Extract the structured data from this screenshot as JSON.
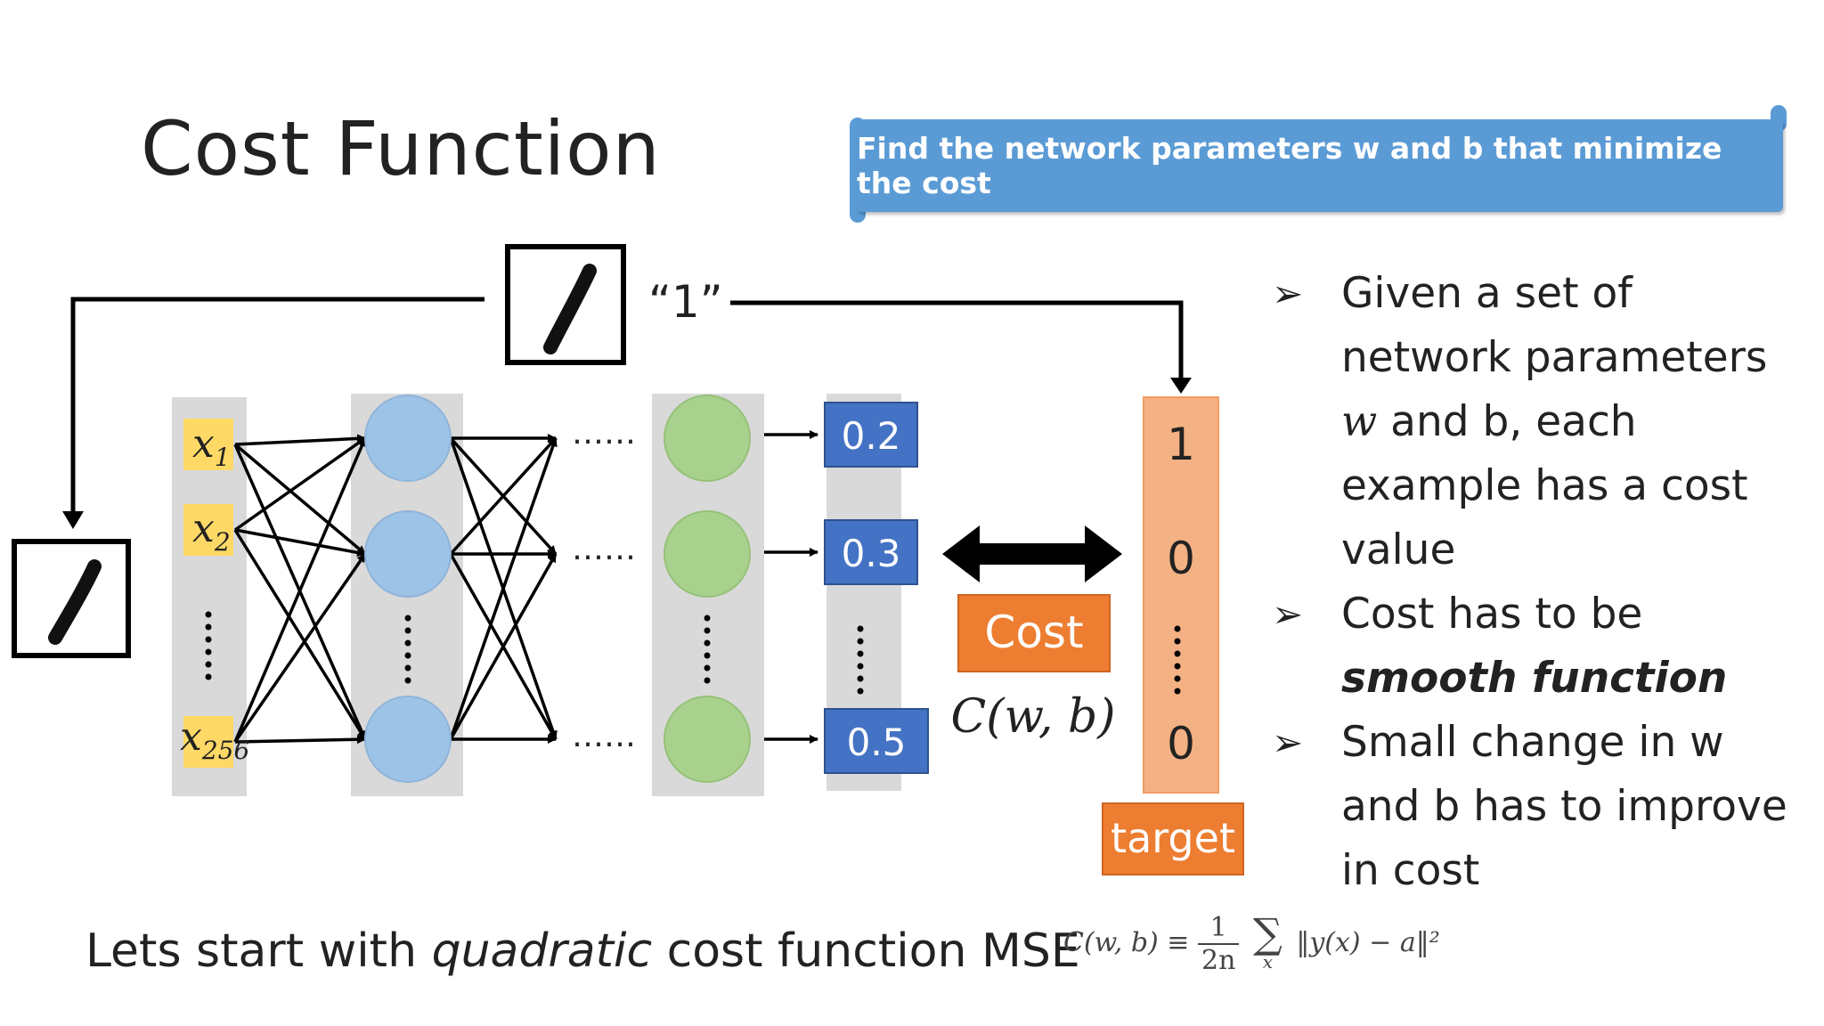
{
  "title": "Cost Function",
  "banner": "Find the network parameters w and b that minimize the cost",
  "diagram": {
    "input_label": "“1”",
    "inputs": [
      "x",
      "x",
      "x"
    ],
    "input_subs": [
      "1",
      "2",
      "256"
    ],
    "dots": "……",
    "outputs": [
      "0.2",
      "0.3",
      "0.5"
    ],
    "cost_label": "Cost",
    "cost_formula": "C(w, b)",
    "targets": [
      "1",
      "0",
      "0"
    ],
    "target_label": "target"
  },
  "bullets": [
    {
      "lines": [
        "Given a set of",
        "network parameters"
      ],
      "italic_start": "w",
      "rest": [
        " and b, each",
        "example has a cost",
        "value"
      ]
    },
    {
      "lines": [
        "Cost has to be"
      ],
      "emphasis": "smooth function"
    },
    {
      "lines": [
        "Small change in w",
        "and b has to improve",
        "in cost"
      ]
    }
  ],
  "bottom": {
    "prefix": "Lets start with ",
    "italic": "quadratic",
    "suffix": " cost function MSE"
  },
  "formula": {
    "lhs": "C(w, b) ≡",
    "num": "1",
    "den": "2n",
    "sigma": "∑",
    "sigma_sub": "x",
    "rhs": "‖y(x) − a‖²"
  },
  "colors": {
    "banner": "#5b9bd5",
    "input_node": "#ffd966",
    "hidden_node_1": "#9dc3e6",
    "hidden_node_2": "#a9d18e",
    "output_box": "#4472c4",
    "cost_box": "#ed7d31",
    "target_col": "#f4b183",
    "layer_bg": "#d9d9d9"
  }
}
